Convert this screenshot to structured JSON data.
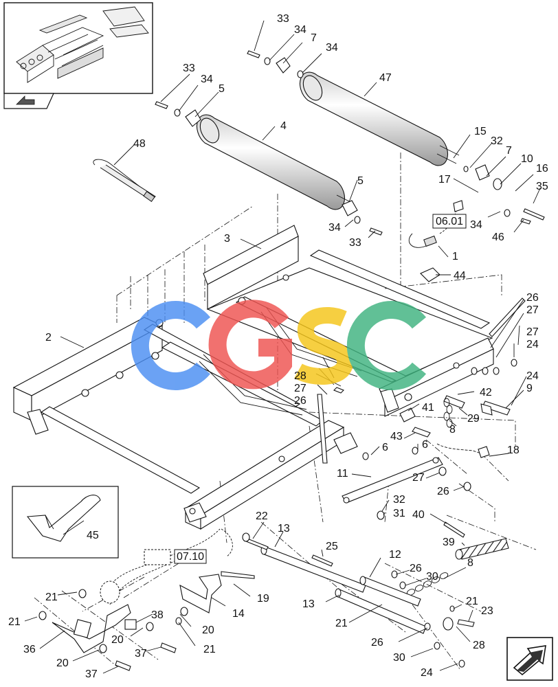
{
  "diagram": {
    "watermark": "CGSC",
    "watermark_colors": [
      "#4a8ef2",
      "#ef5350",
      "#f5c518",
      "#3fb37f"
    ],
    "reference_labels": [
      "06.01",
      "07.10"
    ],
    "nav_icons": [
      "thumbnail-back-arrow-icon",
      "next-page-arrow-icon"
    ],
    "callouts": [
      "1",
      "2",
      "3",
      "4",
      "5",
      "6",
      "7",
      "8",
      "9",
      "10",
      "11",
      "12",
      "13",
      "14",
      "15",
      "16",
      "17",
      "18",
      "19",
      "20",
      "21",
      "22",
      "23",
      "24",
      "25",
      "26",
      "27",
      "28",
      "29",
      "30",
      "31",
      "32",
      "33",
      "34",
      "35",
      "36",
      "37",
      "38",
      "39",
      "40",
      "41",
      "42",
      "43",
      "44",
      "45",
      "46",
      "47",
      "48"
    ],
    "label_33": "33",
    "label_34": "34",
    "label_7": "7",
    "label_47": "47",
    "label_5": "5",
    "label_4": "4",
    "label_48": "48",
    "label_15": "15",
    "label_32": "32",
    "label_10": "10",
    "label_16": "16",
    "label_17": "17",
    "label_35": "35",
    "label_46": "46",
    "label_1": "1",
    "label_44": "44",
    "label_3": "3",
    "label_2": "2",
    "label_26": "26",
    "label_27": "27",
    "label_24": "24",
    "label_9": "9",
    "label_42": "42",
    "label_28": "28",
    "label_29": "29",
    "label_8": "8",
    "label_41": "41",
    "label_43": "43",
    "label_6": "6",
    "label_18": "18",
    "label_11": "11",
    "label_31": "31",
    "label_40": "40",
    "label_39": "39",
    "label_45": "45",
    "label_22": "22",
    "label_13": "13",
    "label_25": "25",
    "label_12": "12",
    "label_30": "30",
    "label_21": "21",
    "label_23": "23",
    "label_19": "19",
    "label_14": "14",
    "label_20": "20",
    "label_36": "36",
    "label_37": "37",
    "label_38": "38"
  }
}
